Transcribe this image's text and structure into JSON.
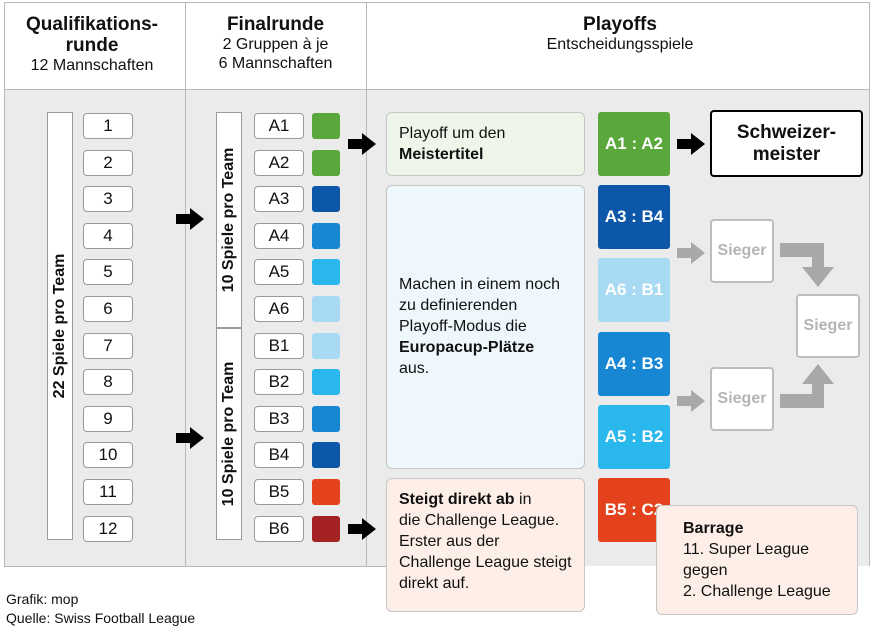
{
  "header": {
    "col1": {
      "title_line1": "Qualifikations-",
      "title_line2": "runde",
      "sub": "12 Mannschaften"
    },
    "col2": {
      "title": "Finalrunde",
      "sub_line1": "2 Gruppen à je",
      "sub_line2": "6 Mannschaften"
    },
    "col3": {
      "title": "Playoffs",
      "sub": "Entscheidungsspiele"
    }
  },
  "qualification": {
    "games_label": "22 Spiele pro Team",
    "ranks": [
      "1",
      "2",
      "3",
      "4",
      "5",
      "6",
      "7",
      "8",
      "9",
      "10",
      "11",
      "12"
    ]
  },
  "final_round": {
    "group_a_games": "10 Spiele pro Team",
    "group_b_games": "10 Spiele pro Team",
    "teams": [
      {
        "label": "A1",
        "color": "#5aa83c"
      },
      {
        "label": "A2",
        "color": "#5aa83c"
      },
      {
        "label": "A3",
        "color": "#0d57a8"
      },
      {
        "label": "A4",
        "color": "#1787d4"
      },
      {
        "label": "A5",
        "color": "#2ab7ec"
      },
      {
        "label": "A6",
        "color": "#a9daf4"
      },
      {
        "label": "B1",
        "color": "#a9daf4"
      },
      {
        "label": "B2",
        "color": "#2ab7ec"
      },
      {
        "label": "B3",
        "color": "#1787d4"
      },
      {
        "label": "B4",
        "color": "#0d57a8"
      },
      {
        "label": "B5",
        "color": "#e4421c"
      },
      {
        "label": "B6",
        "color": "#a52222"
      }
    ]
  },
  "playoffs": {
    "meister_text": "Playoff um den",
    "meister_bold": "Meistertitel",
    "europa_text": "Machen in einem noch zu definierenden Playoff-Modus die",
    "europa_bold": "Europacup-Plätze",
    "europa_end": "aus.",
    "abstieg_bold": "Steigt direkt ab",
    "abstieg_text1": "in",
    "abstieg_text2": "die Challenge League. Erster aus der Challenge League steigt direkt auf.",
    "champion_line1": "Schweizer-",
    "champion_line2": "meister",
    "matches": [
      {
        "label": "A1 : A2",
        "color": "#5aa83c",
        "text_color": "#ffffff"
      },
      {
        "label": "A3 : B4",
        "color": "#0d57a8",
        "text_color": "#ffffff"
      },
      {
        "label": "A6 : B1",
        "color": "#a9daf4",
        "text_color": "#ffffff"
      },
      {
        "label": "A4 : B3",
        "color": "#1787d4",
        "text_color": "#ffffff"
      },
      {
        "label": "A5 : B2",
        "color": "#2ab7ec",
        "text_color": "#ffffff"
      },
      {
        "label": "B5 : C2",
        "color": "#e4421c",
        "text_color": "#ffffff"
      }
    ],
    "sieger_top": "Sieger",
    "sieger_bottom": "Sieger",
    "sieger_final": "Sieger",
    "barrage_title": "Barrage",
    "barrage_line1": "11. Super League",
    "barrage_line2": "gegen",
    "barrage_line3": "2. Challenge League"
  },
  "footer": {
    "grafik": "Grafik: mop",
    "quelle": "Quelle: Swiss Football League"
  },
  "colors": {
    "panel_bg": "#ebebeb",
    "green_info_bg": "#eef6ea",
    "blue_info_bg": "#eef7fc",
    "red_info_bg": "#fdefe8",
    "arrow_gray": "#a8a8a8"
  }
}
